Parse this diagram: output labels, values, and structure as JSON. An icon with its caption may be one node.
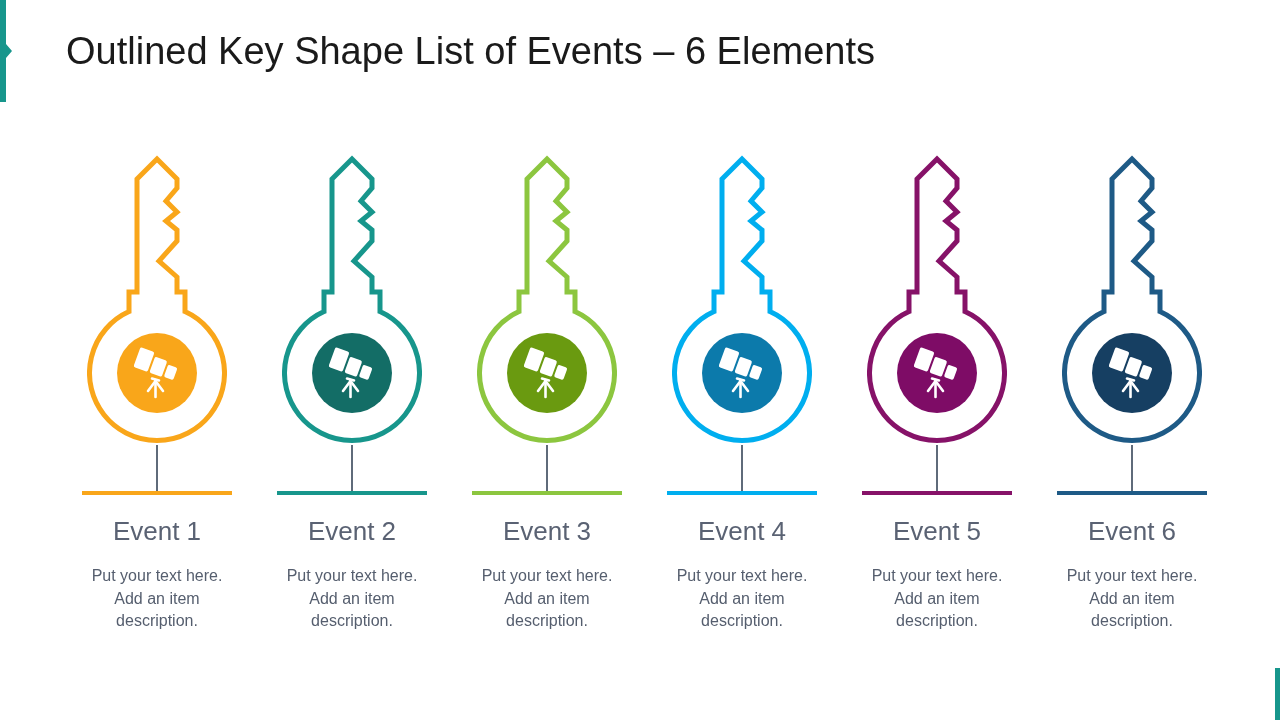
{
  "diagram": {
    "title": "Outlined Key Shape List of Events – 6 Elements",
    "nodes": [
      {
        "text": [],
        "shape": "key"
      },
      {
        "text": [
          "Event 1",
          "Put your text here. Add an item description."
        ]
      },
      {
        "text": [],
        "shape": "key"
      },
      {
        "text": [
          "Event 2",
          "Put your text here. Add an item description."
        ]
      },
      {
        "text": [],
        "shape": "key"
      },
      {
        "text": [
          "Event 3",
          "Put your text here. Add an item description."
        ]
      },
      {
        "text": [],
        "shape": "key"
      },
      {
        "text": [
          "Event 4",
          "Put your text here. Add an item description."
        ]
      },
      {
        "text": [],
        "shape": "key"
      },
      {
        "text": [
          "Event 5",
          "Put your text here. Add an item description."
        ]
      },
      {
        "text": [],
        "shape": "key"
      },
      {
        "text": [
          "Event 6",
          "Put your text here. Add an item description."
        ]
      }
    ],
    "edges": [
      {
        "from": 0,
        "to": 1,
        "arrow": "none"
      },
      {
        "from": 2,
        "to": 3,
        "arrow": "none"
      },
      {
        "from": 4,
        "to": 5,
        "arrow": "none"
      },
      {
        "from": 6,
        "to": 7,
        "arrow": "none"
      },
      {
        "from": 8,
        "to": 9,
        "arrow": "none"
      },
      {
        "from": 10,
        "to": 11,
        "arrow": "none"
      }
    ]
  }
}
